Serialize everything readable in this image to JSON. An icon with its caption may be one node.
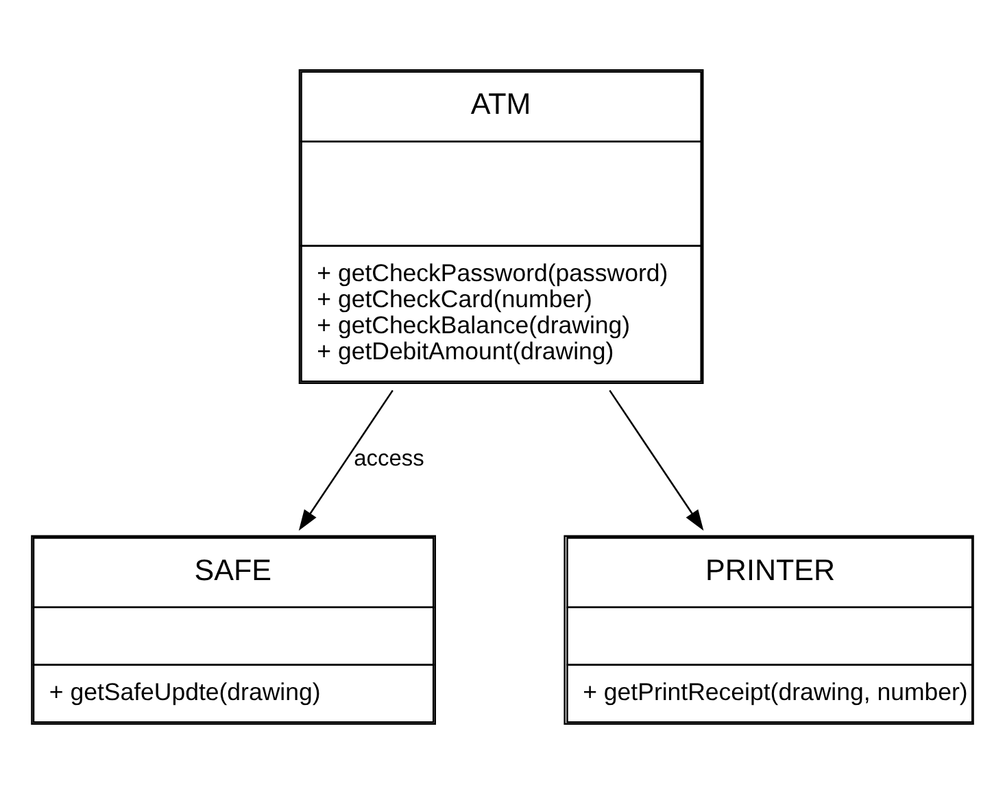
{
  "diagram": {
    "nodes": [
      {
        "text": [
          "ATM",
          "+ getCheckPassword(password)",
          "+ getCheckCard(number)",
          "+ getCheckBalance(drawing)",
          "+ getDebitAmount(drawing)"
        ]
      },
      {
        "text": [
          "SAFE",
          "+ getSafeUpdte(drawing)"
        ]
      },
      {
        "text": [
          "PRINTER",
          "+ getPrintReceipt(drawing, number)"
        ]
      }
    ],
    "edges": [
      {
        "from": 0,
        "to": 1,
        "arrow": "to",
        "label": "access"
      },
      {
        "from": 0,
        "to": 2,
        "arrow": "to"
      }
    ]
  }
}
